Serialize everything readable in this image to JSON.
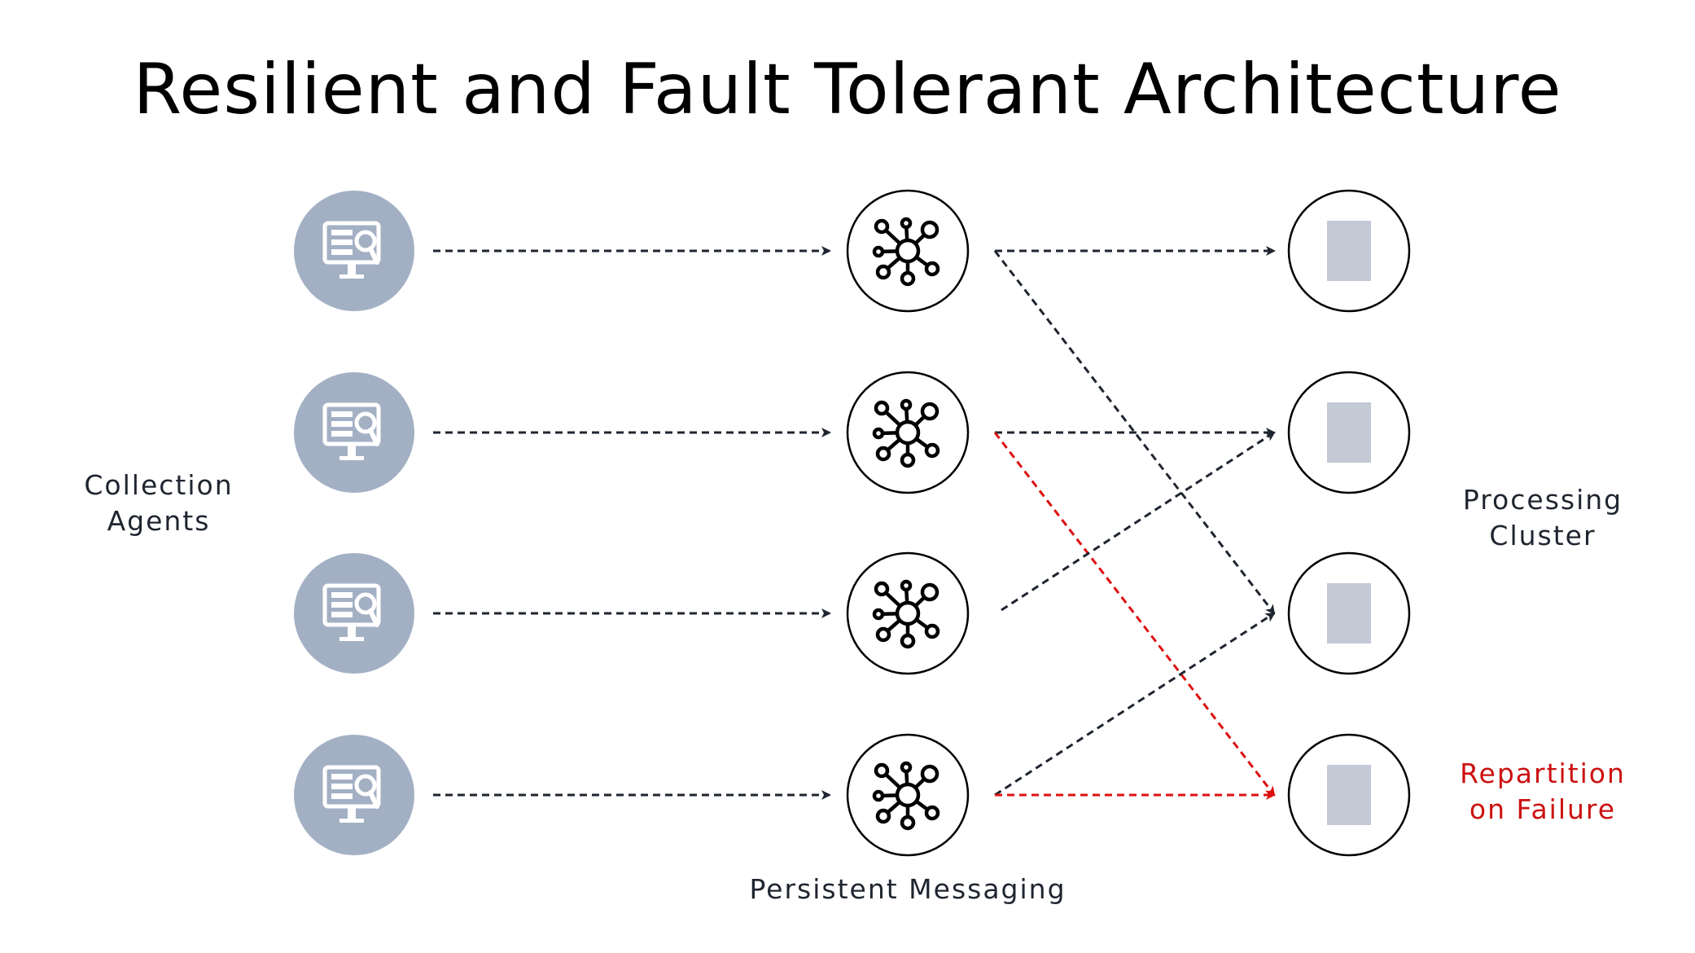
{
  "title": "Resilient and Fault Tolerant Architecture",
  "labels": {
    "collection_agents": [
      "Collection",
      "Agents"
    ],
    "processing_cluster": [
      "Processing",
      "Cluster"
    ],
    "repartition": [
      "Repartition",
      "on Failure"
    ],
    "persistent_messaging": "Persistent Messaging"
  },
  "colors": {
    "agent_fill": "#a3b0c4",
    "processor_block": "#c3cad6",
    "arrow_dark": "#1f2530",
    "arrow_red": "#dd1111",
    "label_red": "#cc1111",
    "node_stroke": "#000000"
  },
  "icons": {
    "agent": "monitor-search-icon",
    "broker": "network-hub-icon",
    "processor": "document-block-icon"
  },
  "nodes": {
    "agents": 4,
    "brokers": 4,
    "processors": 4
  },
  "edges": [
    {
      "from": "agent-1",
      "to": "broker-1",
      "style": "dark"
    },
    {
      "from": "agent-2",
      "to": "broker-2",
      "style": "dark"
    },
    {
      "from": "agent-3",
      "to": "broker-3",
      "style": "dark"
    },
    {
      "from": "agent-4",
      "to": "broker-4",
      "style": "dark"
    },
    {
      "from": "broker-1",
      "to": "processor-1",
      "style": "dark"
    },
    {
      "from": "broker-1",
      "to": "processor-3",
      "style": "dark"
    },
    {
      "from": "broker-2",
      "to": "processor-2",
      "style": "dark"
    },
    {
      "from": "broker-2",
      "to": "processor-4",
      "style": "red"
    },
    {
      "from": "broker-3",
      "to": "processor-2",
      "style": "dark"
    },
    {
      "from": "broker-4",
      "to": "processor-3",
      "style": "dark"
    },
    {
      "from": "broker-4",
      "to": "processor-4",
      "style": "red"
    }
  ]
}
